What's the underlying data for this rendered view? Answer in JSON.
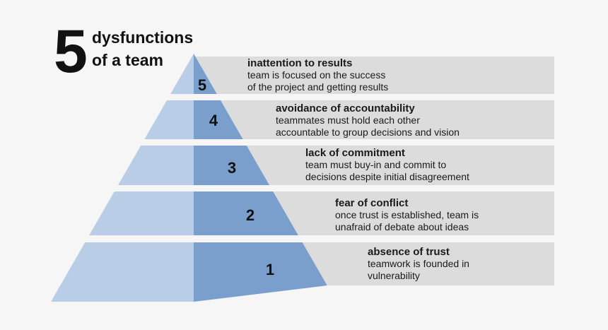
{
  "title": {
    "number": "5",
    "line1": "dysfunctions",
    "line2": "of a team"
  },
  "colors": {
    "left_face": "#b9cde6",
    "right_face": "#7b9fcc",
    "banner": "#dcdcdc",
    "background": "#f6f6f6"
  },
  "tiers": [
    {
      "number": "5",
      "heading": "inattention to results",
      "desc1": "team is focused on the success",
      "desc2": "of the project and getting results"
    },
    {
      "number": "4",
      "heading": "avoidance of accountability",
      "desc1": "teammates must hold each other",
      "desc2": "accountable to group decisions and vision"
    },
    {
      "number": "3",
      "heading": "lack of commitment",
      "desc1": "team must buy-in and commit to",
      "desc2": "decisions despite initial disagreement"
    },
    {
      "number": "2",
      "heading": "fear of conflict",
      "desc1": "once trust is established, team is",
      "desc2": "unafraid of debate about ideas"
    },
    {
      "number": "1",
      "heading": "absence of trust",
      "desc1": "teamwork is founded in",
      "desc2": "vulnerability"
    }
  ]
}
